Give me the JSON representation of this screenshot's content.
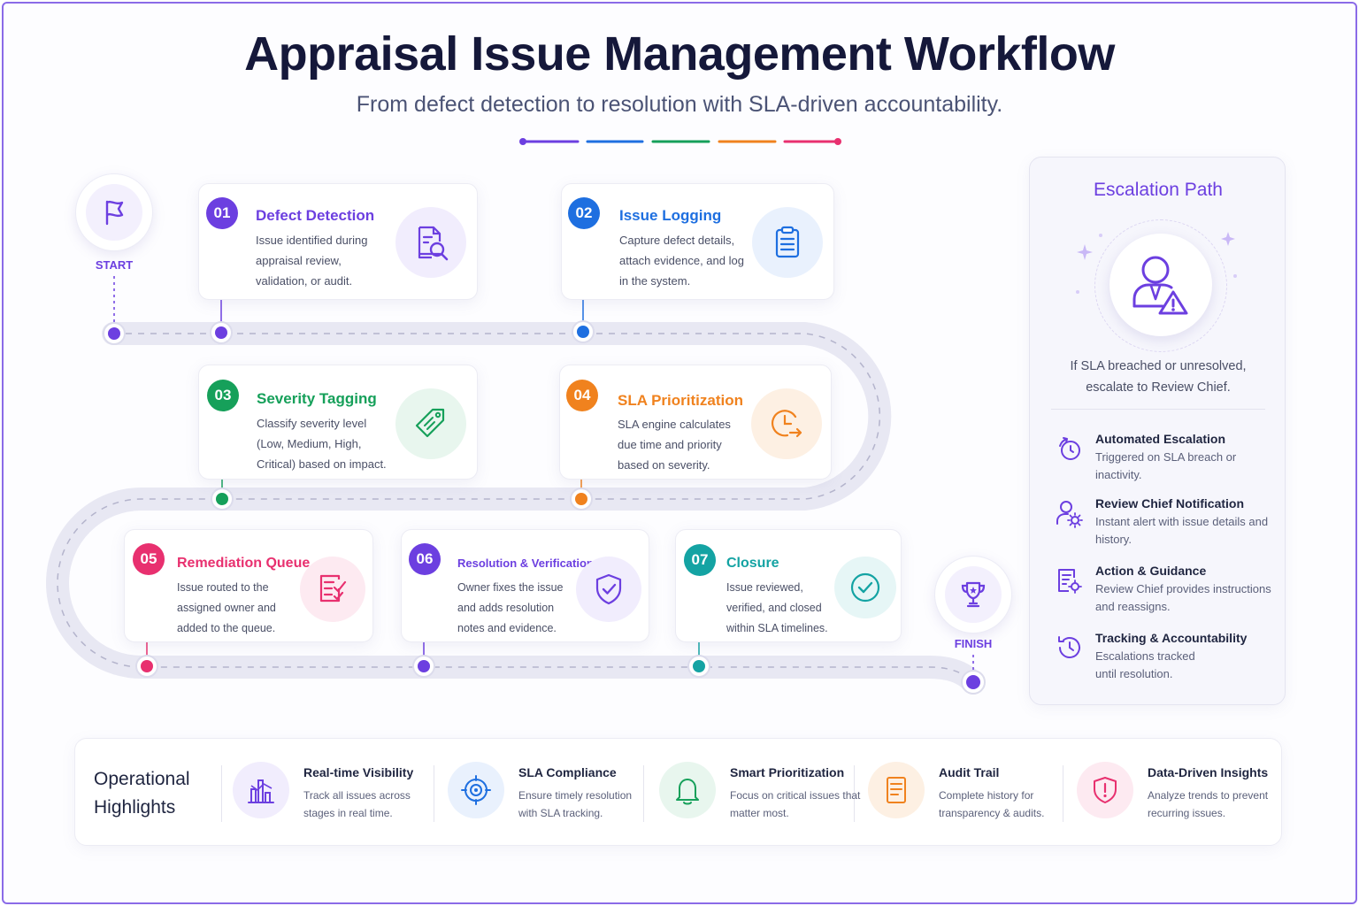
{
  "header": {
    "title": "Appraisal Issue Management Workflow",
    "subtitle": "From defect detection to resolution with SLA-driven accountability."
  },
  "endpoints": {
    "start_label": "START",
    "finish_label": "FINISH"
  },
  "steps": [
    {
      "number": "01",
      "title": "Defect Detection",
      "description": "Issue identified during appraisal review, validation, or audit.",
      "color": "#6c3fe0",
      "icon": "document-search-icon"
    },
    {
      "number": "02",
      "title": "Issue Logging",
      "description": "Capture defect details, attach evidence, and log in the system.",
      "color": "#1e6fe0",
      "icon": "clipboard-icon"
    },
    {
      "number": "03",
      "title": "Severity Tagging",
      "description": "Classify severity level (Low, Medium, High, Critical) based on impact.",
      "color": "#16a05a",
      "icon": "tag-icon"
    },
    {
      "number": "04",
      "title": "SLA Prioritization",
      "description": "SLA engine calculates due time and priority based on severity.",
      "color": "#f0821e",
      "icon": "clock-arrow-icon"
    },
    {
      "number": "05",
      "title": "Remediation Queue",
      "description": "Issue routed to the assigned owner and added to the queue.",
      "color": "#e8306f",
      "icon": "checklist-icon"
    },
    {
      "number": "06",
      "title": "Resolution & Verification",
      "description": "Owner fixes the issue and adds resolution notes and evidence.",
      "color": "#6c3fe0",
      "icon": "shield-check-icon"
    },
    {
      "number": "07",
      "title": "Closure",
      "description": "Issue reviewed, verified, and closed within SLA timelines.",
      "color": "#14a3a3",
      "icon": "check-circle-icon"
    }
  ],
  "escalation": {
    "title": "Escalation Path",
    "description": "If SLA breached or unresolved, escalate to Review Chief.",
    "items": [
      {
        "title": "Automated Escalation",
        "description": "Triggered on SLA breach or inactivity.",
        "icon": "timer-escalation-icon"
      },
      {
        "title": "Review Chief Notification",
        "description": "Instant alert with issue details and history.",
        "icon": "user-gear-icon"
      },
      {
        "title": "Action & Guidance",
        "description": "Review Chief provides instructions and reassigns.",
        "icon": "guidance-doc-icon"
      },
      {
        "title": "Tracking & Accountability",
        "description": "Escalations tracked until resolution.",
        "icon": "history-icon"
      }
    ]
  },
  "highlights": {
    "title": "Operational Highlights",
    "items": [
      {
        "title": "Real-time Visibility",
        "description": "Track all issues across stages in real time.",
        "color": "#6c3fe0",
        "icon": "bar-chart-icon"
      },
      {
        "title": "SLA Compliance",
        "description": "Ensure timely resolution with SLA tracking.",
        "color": "#1e6fe0",
        "icon": "target-icon"
      },
      {
        "title": "Smart Prioritization",
        "description": "Focus on critical issues that matter most.",
        "color": "#16a05a",
        "icon": "bell-icon"
      },
      {
        "title": "Audit Trail",
        "description": "Complete history for transparency & audits.",
        "color": "#f0821e",
        "icon": "document-icon"
      },
      {
        "title": "Data-Driven Insights",
        "description": "Analyze trends to prevent recurring issues.",
        "color": "#e8306f",
        "icon": "shield-alert-icon"
      }
    ]
  }
}
